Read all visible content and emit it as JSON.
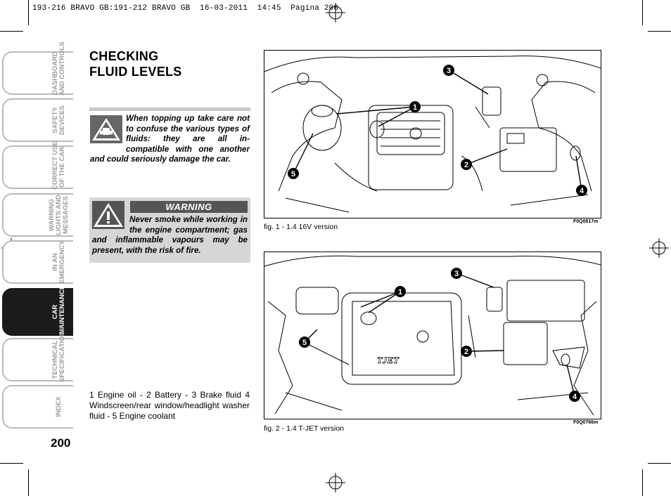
{
  "header": {
    "print_line": "193-216 BRAVO GB:191-212 BRAVO GB  16-03-2011  14:45  Pagina 200"
  },
  "sidebar": {
    "tabs": [
      {
        "label": "DASHBOARD\nAND CONTROLS",
        "active": false
      },
      {
        "label": "SAFETY\nDEVICES",
        "active": false
      },
      {
        "label": "CORRECT USE\nOF THE CAR",
        "active": false
      },
      {
        "label": "WARNING\nLIGHTS AND\nMESSAGES",
        "active": false
      },
      {
        "label": "IN AN\nEMERGENCY",
        "active": false
      },
      {
        "label": "CAR\nMAINTENANCE",
        "active": true
      },
      {
        "label": "TECHNICAL\nSPECIFICATIONS",
        "active": false
      },
      {
        "label": "INDEX",
        "active": false
      }
    ]
  },
  "page_number": "200",
  "section": {
    "title_line1": "CHECKING",
    "title_line2": "FLUID LEVELS"
  },
  "note": {
    "text": "When topping up take care not to confuse the various types of fluids: they are all in-compatible with one another and could seriously damage the car."
  },
  "warning": {
    "title": "WARNING",
    "text": "Never smoke while working in the engine compartment; gas and inflammable vapours may be present, with the risk of fire."
  },
  "legend": {
    "text": "1 Engine oil - 2 Battery - 3 Brake fluid 4 Windscreen/rear window/headlight washer fluid - 5 Engine coolant"
  },
  "figures": [
    {
      "caption": "fig. 1 - 1.4 16V version",
      "code": "F0Q0817m",
      "callouts": [
        "1",
        "2",
        "3",
        "4",
        "5"
      ]
    },
    {
      "caption": "fig. 2 - 1.4 T-JET version",
      "code": "F0Q0766m",
      "callouts": [
        "1",
        "2",
        "3",
        "4",
        "5"
      ],
      "engine_badge": "TJET"
    }
  ]
}
